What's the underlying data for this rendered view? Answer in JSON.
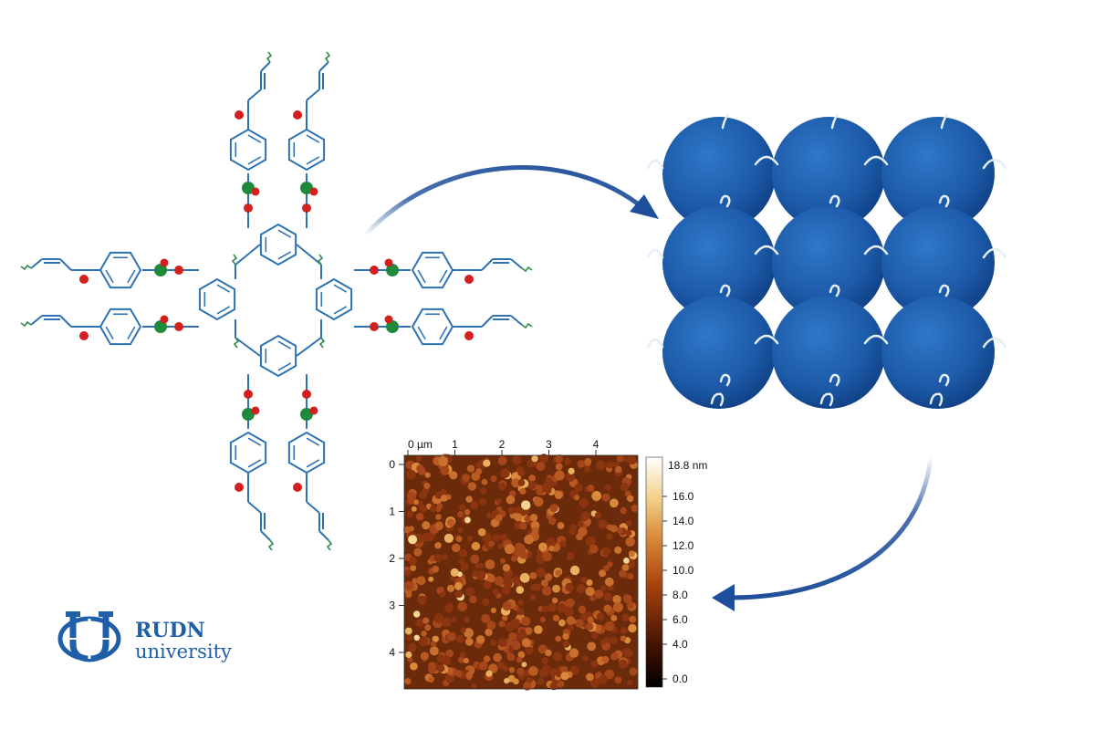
{
  "logo": {
    "name": "RUDN",
    "subtitle": "university",
    "color": "#1f5fa8"
  },
  "molecule": {
    "bond_color": "#2f72b3",
    "oxygen_color": "#d21f1f",
    "boron_color": "#1f8a3a",
    "wavy_end_color": "#2f8a4a"
  },
  "spheres": {
    "rows": 3,
    "cols": 3,
    "color": "#1f5fa8"
  },
  "arrows": {
    "color": "#1f4f9a"
  },
  "afm": {
    "x_ticks": [
      "0 µm",
      "1",
      "2",
      "3",
      "4"
    ],
    "y_ticks": [
      "0",
      "1",
      "2",
      "3",
      "4"
    ],
    "colorbar_top_label": "18.8 nm",
    "colorbar_ticks": [
      "16.0",
      "14.0",
      "12.0",
      "10.0",
      "8.0",
      "6.0",
      "4.0",
      "0.0"
    ],
    "background_color": "#6b2a0a"
  }
}
